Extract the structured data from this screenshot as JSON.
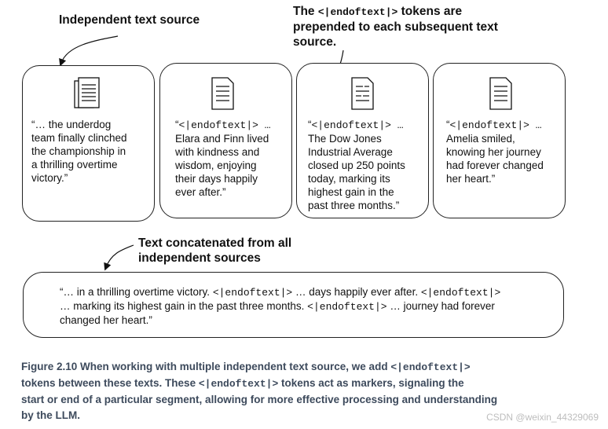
{
  "callouts": {
    "independent": "Independent text source",
    "prepended_1": "The ",
    "prepended_token": "<|endoftext|>",
    "prepended_2": " tokens are",
    "prepended_3": "prepended to each subsequent text",
    "prepended_4": "source.",
    "concat_1": "Text concatenated from all",
    "concat_2": "independent sources"
  },
  "cards": [
    {
      "token": "",
      "prefix": "“… the underdog team finally clinched the championship in a thrilling overtime victory.”",
      "lines": [
        "“… the underdog",
        "team finally clinched",
        "the championship in",
        "a thrilling overtime",
        "victory.”"
      ]
    },
    {
      "token": "<|endoftext|> …",
      "lines": [
        "Elara and Finn lived",
        "with kindness and",
        "wisdom, enjoying",
        "their days happily",
        "ever after.”"
      ]
    },
    {
      "token": "<|endoftext|> …",
      "lines": [
        "The Dow Jones",
        "Industrial Average",
        "closed up 250 points",
        "today, marking its",
        "highest gain in the",
        "past three months.”"
      ]
    },
    {
      "token": "<|endoftext|> …",
      "lines": [
        "Amelia smiled,",
        "knowing her journey",
        "had forever changed",
        "her heart.”"
      ]
    }
  ],
  "concatenated": {
    "l1a": "“… in a thrilling overtime victory. ",
    "tok": "<|endoftext|>",
    "l1b": " … days happily ever after. ",
    "l2a": "… marking its highest gain in the past three months. ",
    "l2b": " … journey had forever",
    "l3": "changed her heart.”"
  },
  "caption": {
    "part1": "Figure 2.10    When working with multiple independent text source, we add ",
    "tok": "<|endoftext|>",
    "part2": "tokens between these texts. These ",
    "part3": " tokens act as markers, signaling the",
    "part4": "start or end of a particular segment, allowing for more effective processing and understanding",
    "part5": "by the LLM."
  },
  "watermark": "CSDN @weixin_44329069",
  "icons": [
    "document-icon",
    "document-icon",
    "document-icon",
    "document-icon"
  ]
}
